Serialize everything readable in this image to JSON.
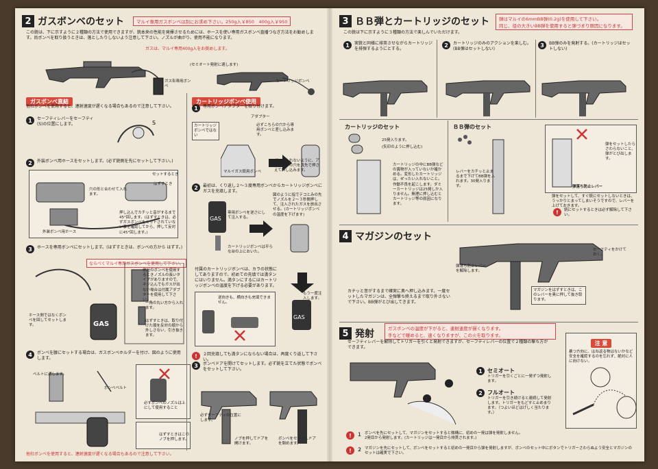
{
  "left": {
    "section2": {
      "num": "2",
      "title": "ガスボンベのセット",
      "note": "マルイ専用ガスボンベは別にお求め下さい。250g入￥850　400g入￥950",
      "intro": "この銃は、下に示すように２種類の方法で使用できますが、銃本来の性能を発揮させるためには、ホースを使い専用ガスボンベ直播つなぎ方法をお勧めします。尚ボンベを取り扱うときは、落としたりしないよう注意して下さい。ノズルが曲がり、使用不能になります。",
      "intro_note": "ガスは、マルイ専用400g入をお奨めします。",
      "label_gas_bottle": "ガス缶専用ボンベ",
      "label_semi_auto": "(セミオート発射に適します)",
      "label_cartridge_bombe": "カートリッジボンベ"
    },
    "gas_direct": {
      "tag": "ガスボンベ直結",
      "warning": "他社ボンベを使用すると、連射速度が遅くなる場合もあるので注意して下さい。",
      "step1": "セーフティレバーをセーフティ(S)の位置にします。",
      "step2": "外装ボンベ用ホースをセットします。(必ず銃側を先にセットして下さい。)",
      "label_set_time": "セットするとき",
      "label_remove_time": "はずすとき",
      "label_hole_fit": "穴の形と合わせて入れます。",
      "label_push_click": "押し込んでカチッと音がするまで45°回します。(はずすときは、必ずガスボンベをセットされていない事を確認してから、押して反対に45°回します。)",
      "label_hose": "外装ボンベ用ホース",
      "step3": "ホースを専用ボンベにセットします。(はずすときは、ボンベの方から はずす。)",
      "step3_note": "ならべくマルイ専用ガスボンベを使用して下さい。",
      "label_other_bombe": "他社のボンベを使用するときノズルの長いタイプがありますので、ネジ込んでもガスが出ない場合は付属アダプターを使用して下さい。",
      "label_hose_mark": "ホース側ではなくボンベを回してセットします。",
      "label_one_round": "一角の丸い方から入れます。",
      "label_remove_adapter": "はずすときは、取り付けた順を反対の順から外しさない、引き抜きます。",
      "step4": "ボンベを腰にセットする場合は、ガスボンベホルダーを付け、図のように使用します。",
      "label_belt": "ベルトに通します。",
      "label_bombe_belt": "ボンベベルト",
      "label_nozzle_up": "必ずボンベのノズルは上にして使用すること",
      "label_remove_nozzle": "はずすときはこのノブを押します。",
      "bottom_warning": "他社ボンベを使用すると、連射速度が遅くなる場合もあるので注意して下さい。"
    },
    "cartridge_use": {
      "tag": "カートリッジボンベ使用",
      "step1": "専用ボンベアダプターを取り付けます。",
      "label_adapter": "アダプター",
      "label_cartridge_bombe_box": "カートリッジボンベではない",
      "label_must_hole": "必ずこちらの穴から専用ボンベと差し込みます。",
      "label_marui_bombe": "マルイガス銃用ボンベ",
      "label_gas_no_leak": "ガスがもれないように、アダプターの穴を真先で押さえて押し込みます。",
      "step2": "最初は、くり返し２〜３度専用ボンベからカートリッジボンベにガスを充填します。",
      "label_bombe_reverse": "専用ボンベを逆さにして注入する。",
      "label_insert_adapter": "図のように指でテコとみの先でノズルを２〜３秒間押して、注入されたガスを放出させる。(カートリッジボンベの温度を下げます)",
      "label_cartridge_flat": "カートリッジボンベは平らな台の上においた。",
      "label_more_once": "もう一度注入します。",
      "label_attached_bombe": "付属のカートリッジボンベは、カラの状態にしてありますので、初めての充填では満タンにはいりません。満タンにするにはカートリッジボンベの温度を下げる必要があります。",
      "label_avoid_tilt": "逆向きも、横向きも充填できません。",
      "note_twice": "２回充填しても満タンにならない場合は、再度くり返して下さい。",
      "step3": "ボンベドアを開けてセットします。必ず銃を立てた状態でボンベをセットして下さい。",
      "label_safety_check": "必ずセーフティの位置にします。",
      "label_knob_door": "ノブを押してドアを開けます。",
      "label_set_bombe": "ボンベをセットしドアを閉めます。"
    }
  },
  "right": {
    "section3": {
      "num": "3",
      "title": "ＢＢ弾とカートリッジのセット",
      "note_top": "弾はマルイの6mmBB弾(0.2g)を使用して下さい。",
      "note_top2": "同じ、径の大きいBB弾を使用すると弾づまり原因になります。",
      "intro": "この銃は下に示すように３種類の方法で楽しんでいただけます。",
      "opt1": "実銃と同様に排莢させながらカートリッジを排弾するようにとする。",
      "opt2": "カートリッジのみのアクションを楽しむ。(BB弾はセットしない)",
      "opt3": "BB弾のみを発射する。(カートリッジはセットしない)",
      "cart_title": "カートリッジのセット",
      "cart_25": "25発入ります。",
      "cart_arrow": "(矢印のように押し込む)",
      "cart_notes": "カートリッジの中にBB弾などの異物が入っていないか確かめる。変形したカートリッジは、ぜったい入れないこと。作動不良を起こします。ダミーカートリッジは25発しか入りません。無理に押し込むとカートリッジ等の原因になります。",
      "bb_title": "ＢＢ弾のセット",
      "bb_lever": "レバーをカチッと止まるまで下げてBB弾を入れます。30発入ります。",
      "bb_lock": "弾をセットしたらさわらないこと、弾がとび出します。",
      "bb_drop": "弾落ち防止レバー",
      "bb_drop_note": "弾をセットして、すぐ銃にセットしないときは、うっかりとまってしまいそうですので、レバーを上げておきます。",
      "bb_cart_note": "銃にセットするときは必ず解除して下さい。"
    },
    "section4": {
      "num": "4",
      "title": "マガジンのセット",
      "safety_label": "セーフティをかけておく。",
      "release_label": "弾落ち防止レバーを解除します。",
      "mag_note": "マガジンをはずすときは、このレバーを奥に押して抜き取ります。",
      "desc": "カチッと音がするまで確実に奥へ押し込みます。一度セットしたマガジンは、全弾撃ち終えるまで取り外さないで下さい。BB弾がとび出してきます。"
    },
    "section5": {
      "num": "5",
      "title": "発射",
      "warn_top": "ガスボンベの温度が下がると、連射速度が遅くなります。",
      "warn_top2": "手などで暖めると、速くなりますが、この火を取ります。",
      "intro": "セーフティレバーを解除してトリガーを引くと発射できますが、セーフティレバーの位置で２種類の撃ち方ができます。",
      "semi_title": "セミオート",
      "semi_desc": "トリガーを引くごとに一発ずつ発射します。",
      "full_title": "フルオート",
      "full_desc": "トリガーを引き続けると連続して発射します。トリガーをもどすと止めまります。（つよいほどはげしく当たります。）",
      "caution_title": "注 意",
      "caution_text": "暴つ方向に、はね返る物はないかなど安全を確認するのを忘れず、絶対に人に向けない。",
      "note1_mark": "１",
      "note1": "ボンベを先にセットして、マガジンをセットすると微構に、初めの一発は弾を発射しません。",
      "note1b": "2発目から発射します。(カートリッジは一発目から排莢されます。)",
      "note2_mark": "２",
      "note2": "マガジンを先にセットして、ボンベをセットすると初めの一発目から弾を発射しますが、ボンベのセット中にボタンでトリガーさわらぬよう安全とマガジンのセットは確実で下さい。"
    }
  }
}
